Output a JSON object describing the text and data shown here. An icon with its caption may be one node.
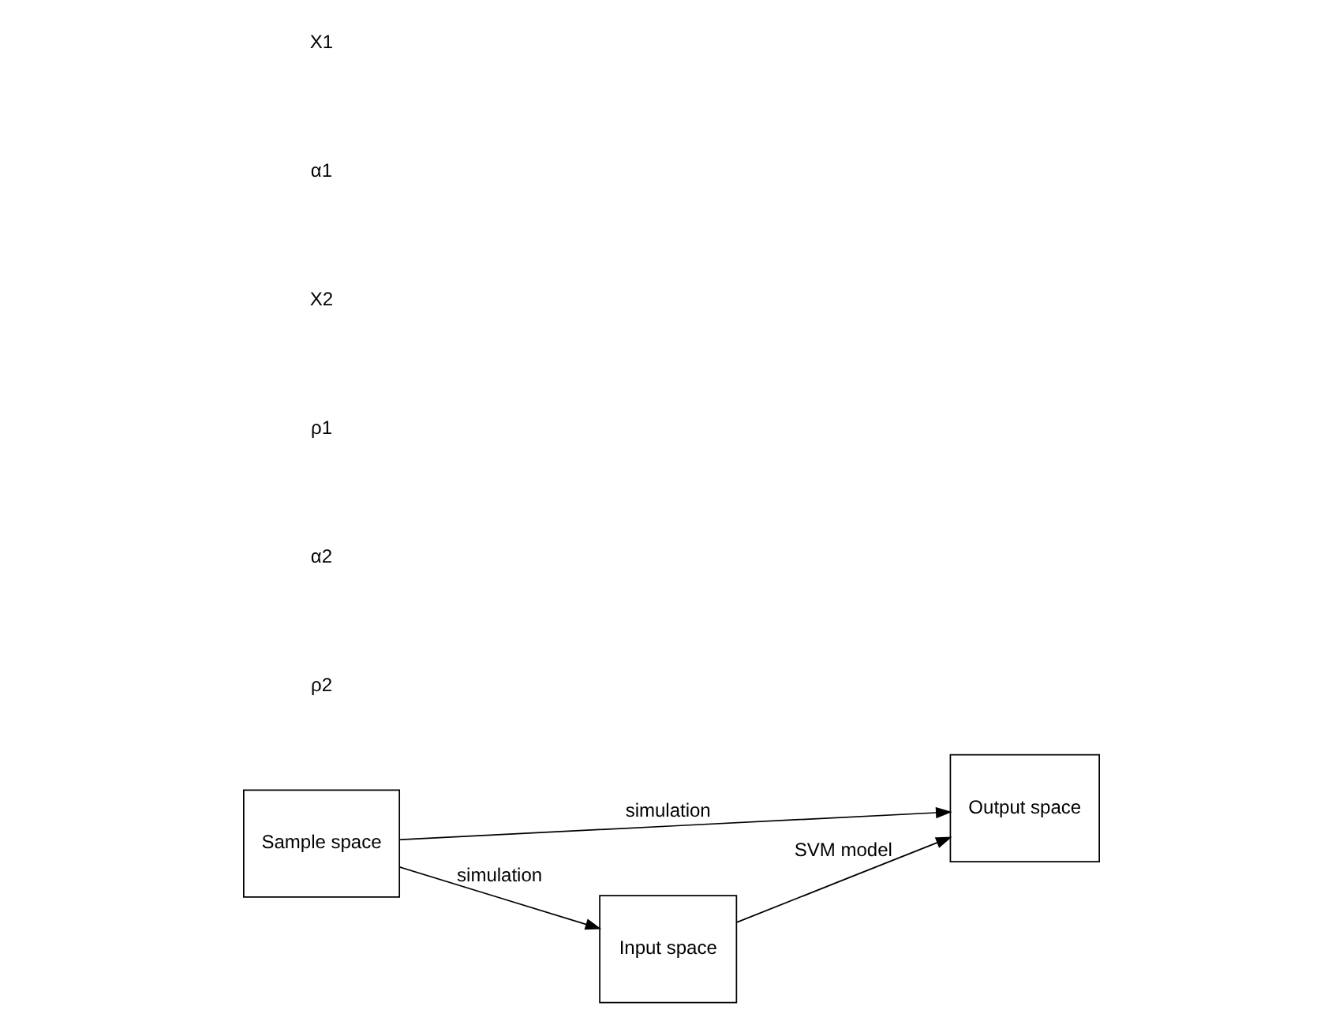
{
  "diagram": {
    "nodes": [
      {
        "text": [
          "Output space"
        ]
      },
      {
        "text": [
          "Sample space"
        ]
      },
      {
        "text": [
          "Input space"
        ]
      }
    ],
    "edges": [
      {
        "from": 1,
        "to": 0,
        "arrow": "to",
        "label": "simulation"
      },
      {
        "from": 1,
        "to": 2,
        "arrow": "to",
        "label": "simulation"
      },
      {
        "from": 2,
        "to": 0,
        "arrow": "to",
        "label": "SVM model"
      }
    ],
    "labels": [
      "ρ2",
      "α2",
      "ρ1",
      "X2",
      "α1",
      "X1"
    ]
  }
}
